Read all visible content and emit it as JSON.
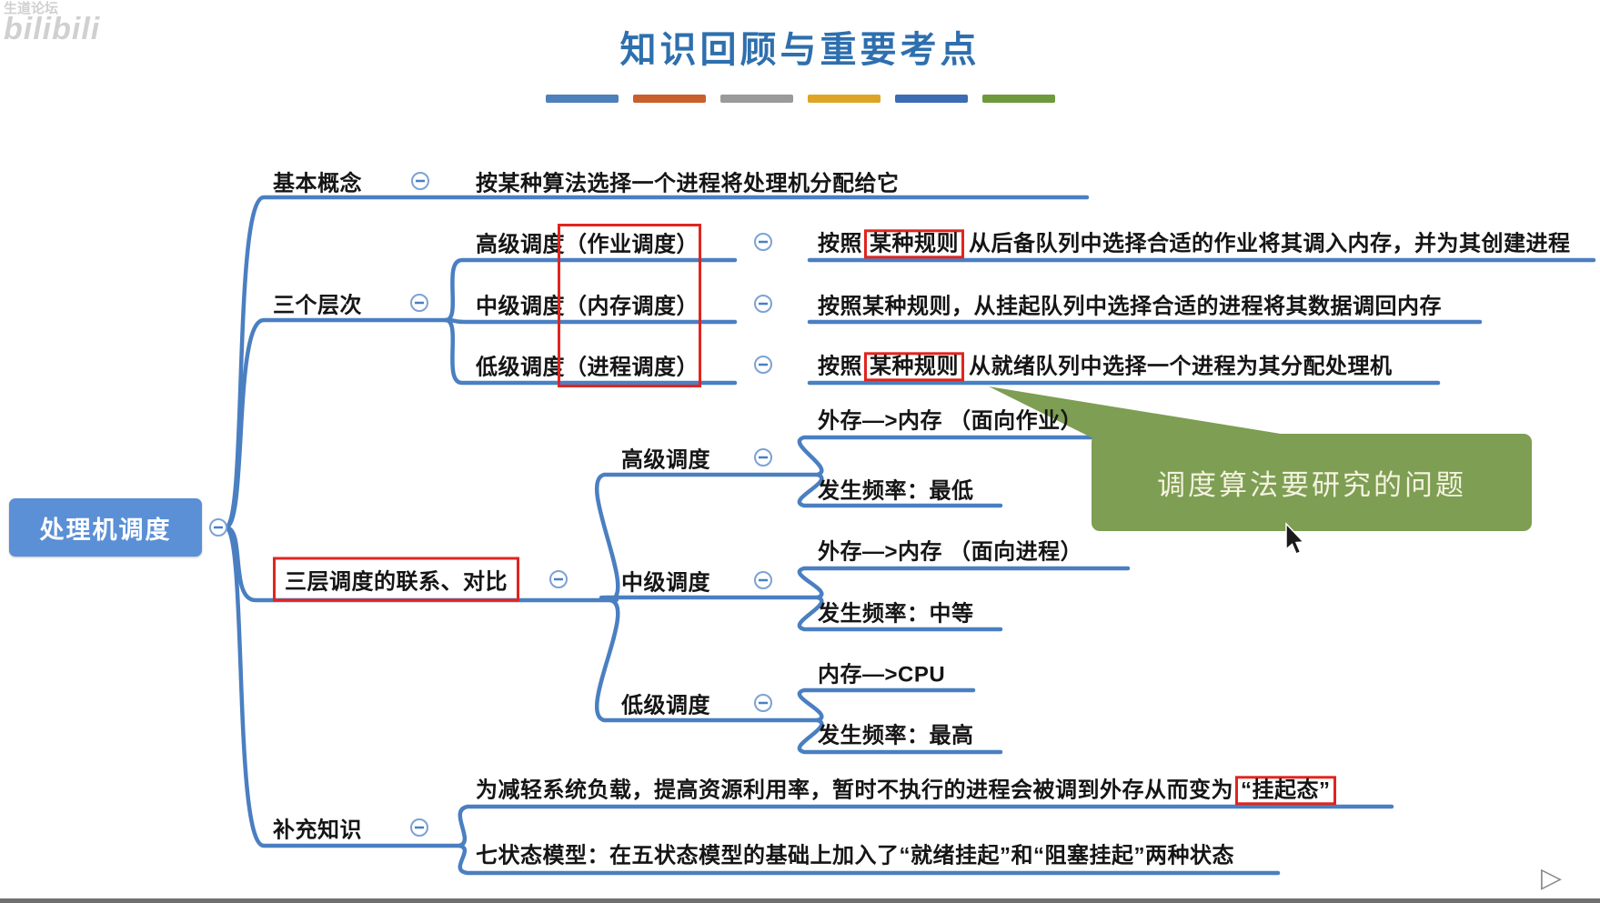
{
  "title": "知识回顾与重要考点",
  "watermark": {
    "forum": "生道论坛",
    "site": "bilibili"
  },
  "divider": {
    "colors": [
      "#4e80bb",
      "#c9602b",
      "#9a9a9a",
      "#dfa426",
      "#3c6cb4",
      "#6f9a3c"
    ]
  },
  "root": {
    "label": "处理机调度"
  },
  "basic": {
    "label": "基本概念",
    "desc": "按某种算法选择一个进程将处理机分配给它"
  },
  "levels": {
    "label": "三个层次",
    "rows": [
      {
        "label": "高级调度（作业调度）",
        "prefix": "按照",
        "boxed": "某种规则",
        "suffix": "从后备队列中选择合适的作业将其调入内存，并为其创建进程"
      },
      {
        "label": "中级调度（内存调度）",
        "desc": "按照某种规则，从挂起队列中选择合适的进程将其数据调回内存"
      },
      {
        "label": "低级调度（进程调度）",
        "prefix": "按照",
        "boxed": "某种规则",
        "suffix": "从就绪队列中选择一个进程为其分配处理机"
      }
    ]
  },
  "comparison": {
    "label": "三层调度的联系、对比",
    "groups": [
      {
        "label": "高级调度",
        "line1": "外存—>内存 （面向作业）",
        "line2": "发生频率：最低"
      },
      {
        "label": "中级调度",
        "line1": "外存—>内存 （面向进程）",
        "line2": "发生频率：中等"
      },
      {
        "label": "低级调度",
        "line1": "内存—>CPU",
        "line2": "发生频率：最高"
      }
    ]
  },
  "supplement": {
    "label": "补充知识",
    "line1_prefix": "为减轻系统负载，提高资源利用率，暂时不执行的进程会被调到外存从而变为",
    "line1_boxed": "“挂起态”",
    "line2": "七状态模型：在五状态模型的基础上加入了“就绪挂起”和“阻塞挂起”两种状态"
  },
  "callout": {
    "text": "调度算法要研究的问题"
  },
  "icons": {
    "collapse": "−",
    "play": "▷"
  },
  "colors": {
    "line": "#4a7fc1",
    "root_bg": "#5b8fd6",
    "highlight": "#e0251f",
    "callout_bg": "#7d9e53",
    "title": "#2e6fae"
  }
}
